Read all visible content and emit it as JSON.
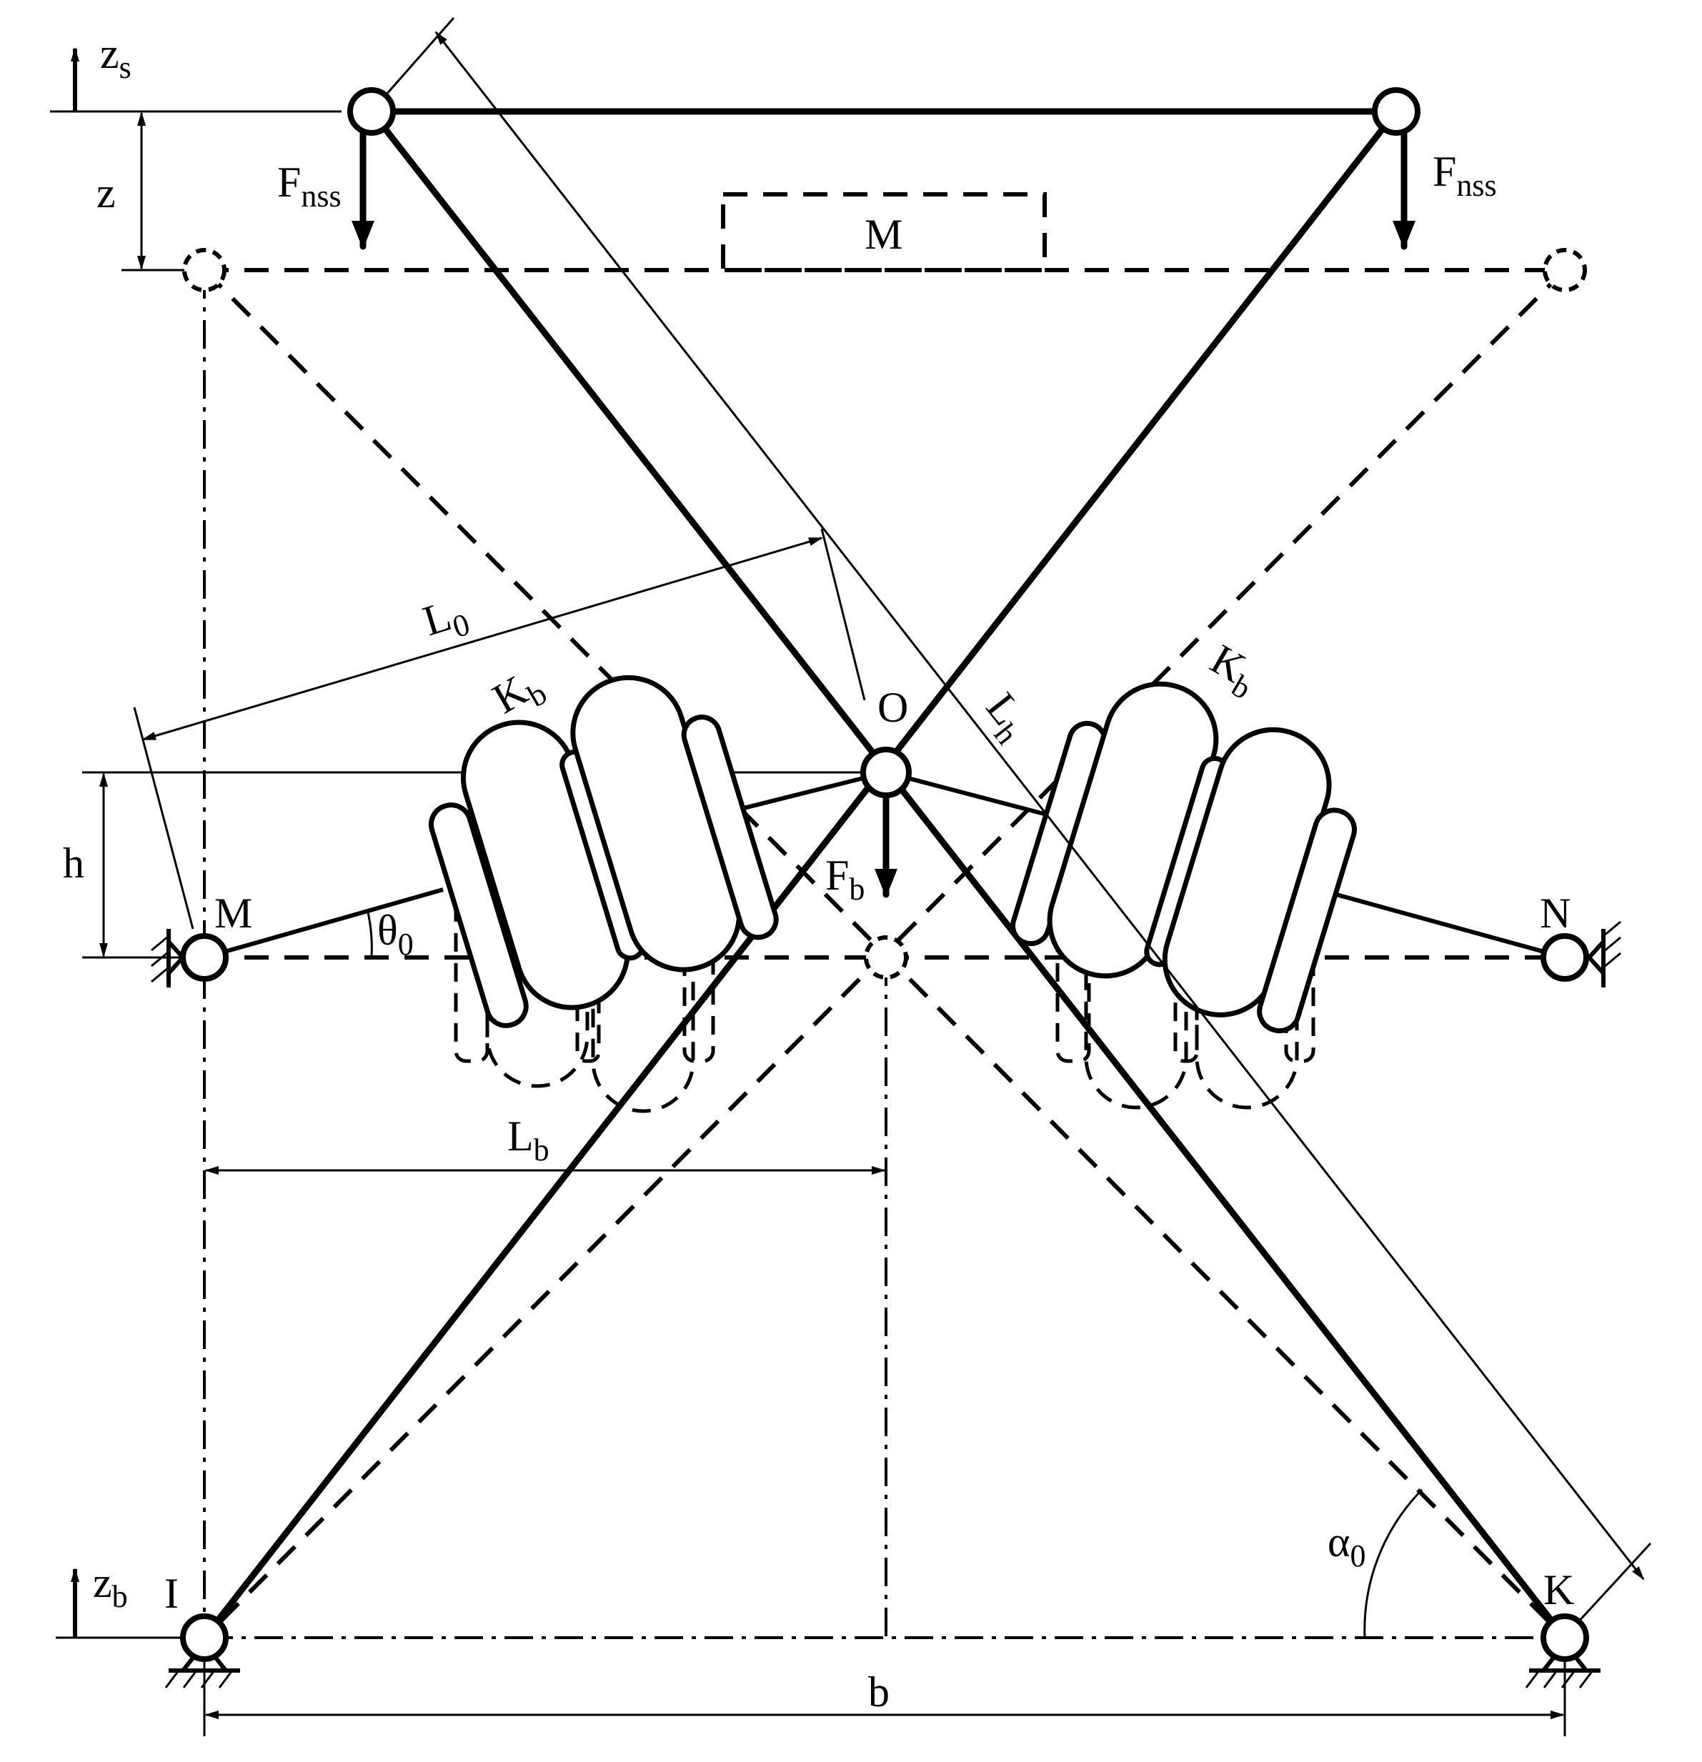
{
  "labels": {
    "zs": {
      "main": "z",
      "sub": "s"
    },
    "z": "z",
    "fnss_left": {
      "main": "F",
      "sub": "nss"
    },
    "fnss_right": {
      "main": "F",
      "sub": "nss"
    },
    "mass": "M",
    "l0": {
      "main": "L",
      "sub": "0"
    },
    "kb_left": {
      "main": "K",
      "sub": "b"
    },
    "kb_right": {
      "main": "K",
      "sub": "b"
    },
    "o": "O",
    "lh": {
      "main": "L",
      "sub": "h"
    },
    "h": "h",
    "m_joint": "M",
    "n_joint": "N",
    "theta0": {
      "main": "θ",
      "sub": "0"
    },
    "fb": {
      "main": "F",
      "sub": "b"
    },
    "lb": {
      "main": "L",
      "sub": "b"
    },
    "alpha0": {
      "main": "α",
      "sub": "0"
    },
    "zb": {
      "main": "z",
      "sub": "b"
    },
    "i_joint": "I",
    "k_joint": "K",
    "b": "b"
  }
}
